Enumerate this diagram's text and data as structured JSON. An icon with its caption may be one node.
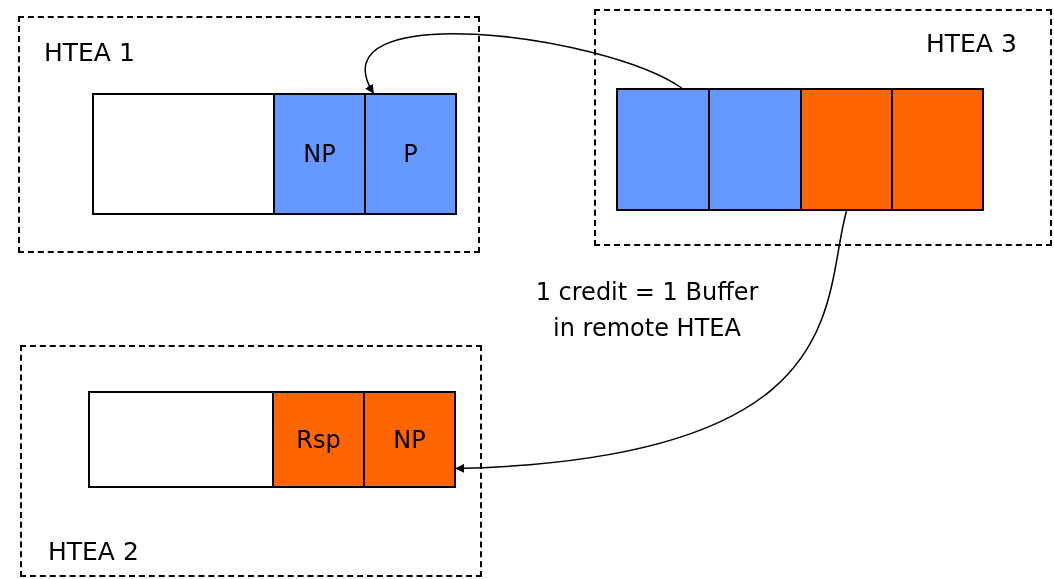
{
  "diagram": {
    "nodes": [
      {
        "text": [
          "HTEA 1"
        ]
      },
      {
        "text": [],
        "shape": "box",
        "in": 0
      },
      {
        "text": [
          "NP"
        ],
        "in": 0
      },
      {
        "text": [
          "P"
        ],
        "in": 0
      },
      {
        "text": [
          "HTEA 3"
        ]
      },
      {
        "text": [],
        "shape": "box",
        "in": 4
      },
      {
        "text": [],
        "shape": "box",
        "in": 4
      },
      {
        "text": [],
        "shape": "box",
        "in": 4
      },
      {
        "text": [],
        "shape": "box",
        "in": 4
      },
      {
        "text": [
          "HTEA 2"
        ]
      },
      {
        "text": [],
        "shape": "box",
        "in": 9
      },
      {
        "text": [
          "Rsp"
        ],
        "in": 9
      },
      {
        "text": [
          "NP"
        ],
        "in": 9
      }
    ],
    "edges": [
      {
        "from": 5,
        "to": 3,
        "arrow": "to"
      },
      {
        "from": 7,
        "to": 12,
        "arrow": "to"
      }
    ],
    "labels": [
      "1 credit = 1 Buffer in remote HTEA"
    ]
  }
}
